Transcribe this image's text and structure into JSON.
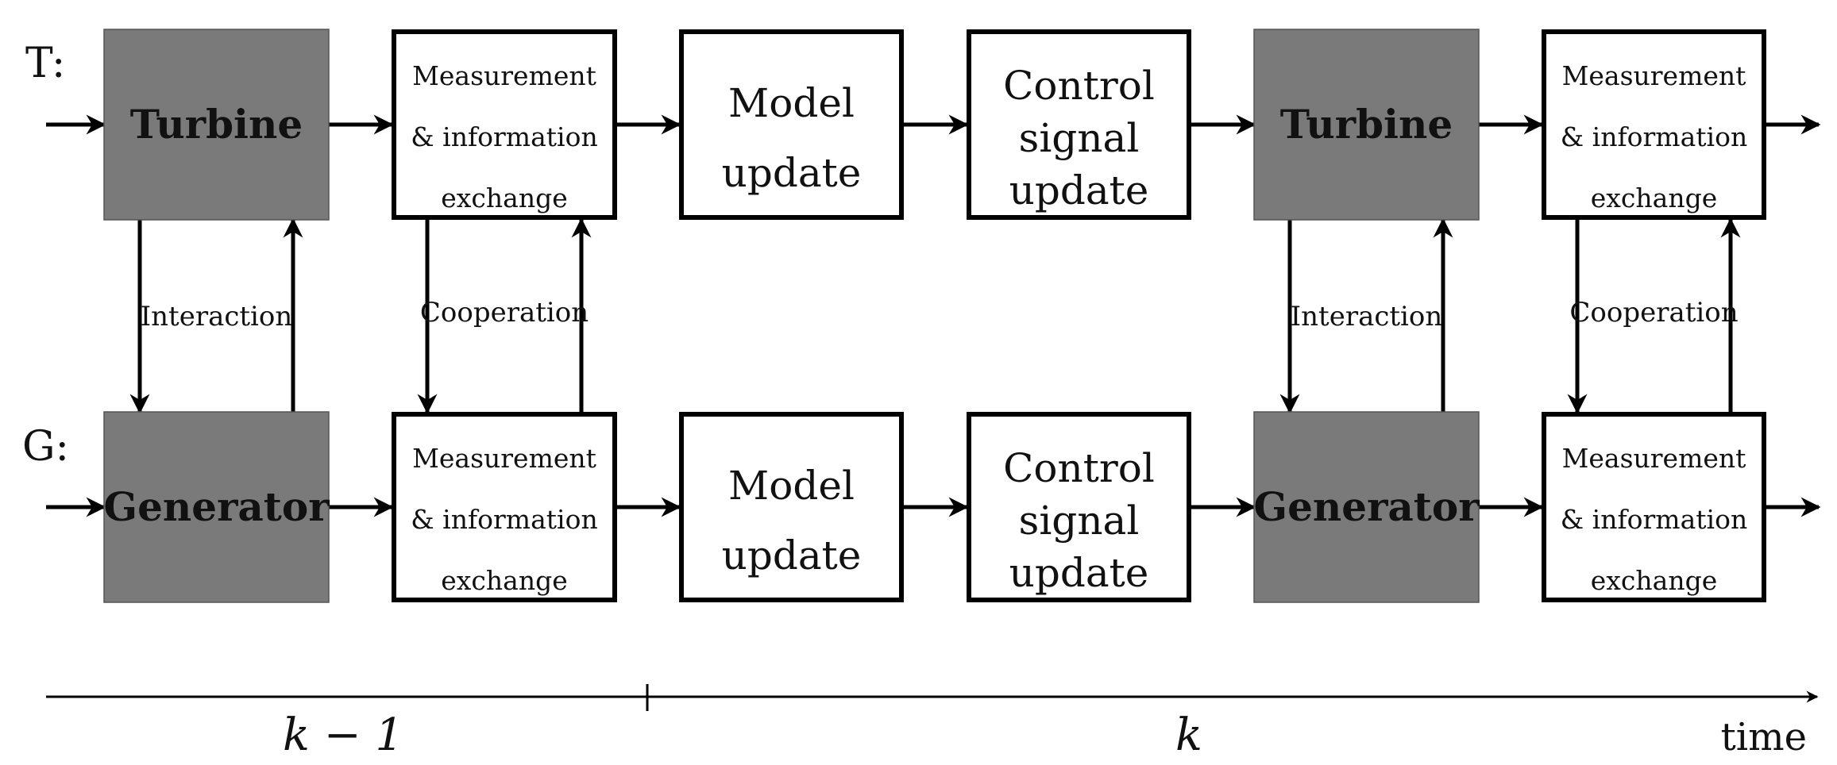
{
  "rows": [
    {
      "label": "T:"
    },
    {
      "label": "G:"
    }
  ],
  "blocks": {
    "turbine": "Turbine",
    "generator": "Generator",
    "measurement": [
      "Measurement",
      "& information",
      "exchange"
    ],
    "model": [
      "Model",
      "update"
    ],
    "control": [
      "Control",
      "signal",
      "update"
    ]
  },
  "links": {
    "interaction": "Interaction",
    "cooperation": "Cooperation"
  },
  "timeline": {
    "prev_step": "k − 1",
    "curr_step": "k",
    "axis": "time"
  },
  "colors": {
    "agent_fill": "#7a7a7a",
    "box_fill": "#ffffff",
    "stroke": "#000000"
  }
}
